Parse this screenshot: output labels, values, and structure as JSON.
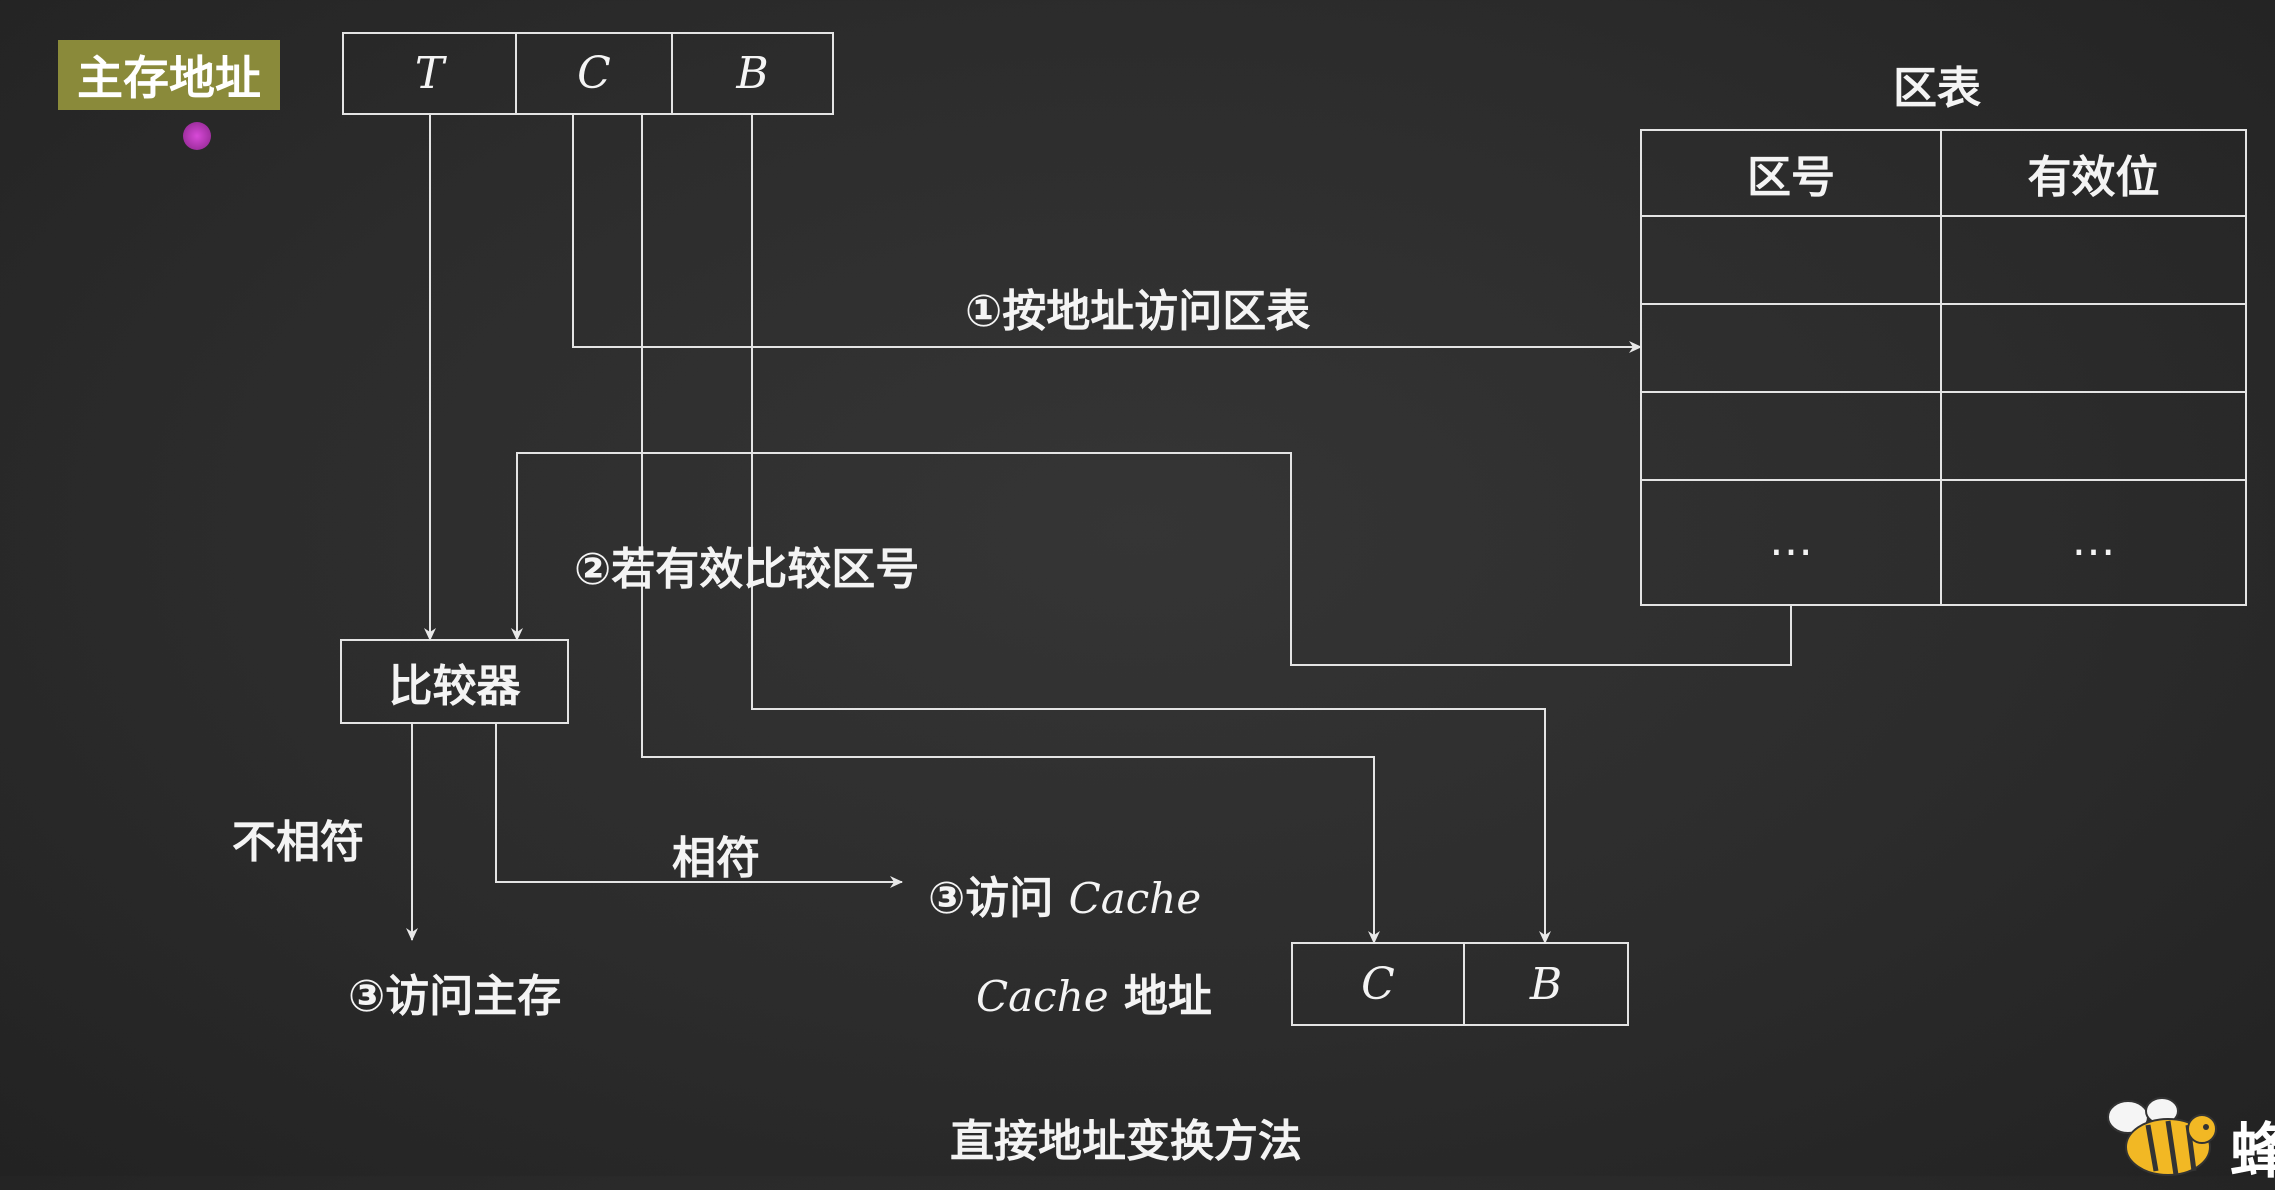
{
  "main_address_label": "主存地址",
  "address_fields": [
    "T",
    "C",
    "B"
  ],
  "zone_table": {
    "title": "区表",
    "headers": [
      "区号",
      "有效位"
    ],
    "ellipsis": [
      "…",
      "…"
    ]
  },
  "comparator_label": "比较器",
  "step1": "①按地址访问区表",
  "step2": "②若有效比较区号",
  "mismatch_label": "不相符",
  "match_label": "相符",
  "access_main": "③访问主存",
  "access_cache_prefix": "③访问 ",
  "access_cache_word": "Cache",
  "cache_address_word": "Cache",
  "cache_address_suffix": " 地址",
  "cache_fields": [
    "C",
    "B"
  ],
  "caption": "直接地址变换方法",
  "logo_text": "蜂",
  "colors": {
    "background": "#2e2e2e",
    "line": "#e8e8e8",
    "label_bg": "#8a8a3a",
    "cursor": "#c040c0"
  }
}
